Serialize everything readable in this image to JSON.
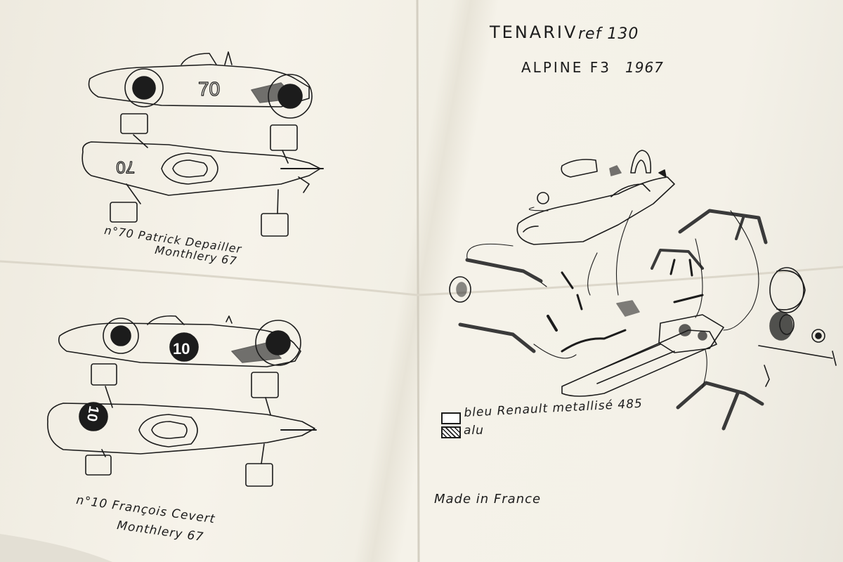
{
  "header": {
    "brand": "TENARIV",
    "ref": "ref 130",
    "model": "ALPINE F3",
    "year": "1967"
  },
  "cars": [
    {
      "number": "70",
      "driver": "n°70 Patrick Depailler",
      "place": "Monthlery 67"
    },
    {
      "number": "10",
      "driver": "n°10 François Cevert",
      "place": "Monthlery 67"
    }
  ],
  "legend": [
    {
      "label": "bleu Renault metallisé 485"
    },
    {
      "label": "alu"
    }
  ],
  "footer": {
    "made_in": "Made in France"
  }
}
